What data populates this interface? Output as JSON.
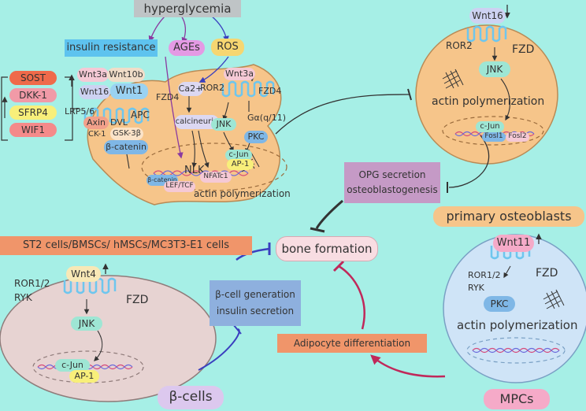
{
  "colors": {
    "background": "#a6efe6",
    "osteoblast_cell": "#f6c58a",
    "mpc_cell": "#cfe4f7",
    "beta_cell": "#e7d3d2",
    "sost": "#ef6a4a",
    "dkk1": "#f19aa7",
    "sfrp4": "#f8ef7a",
    "wif1": "#f58a8a",
    "ages": "#e49ae4",
    "ros": "#f6d671",
    "receptor": "#6ec6ee",
    "pkc": "#7fb7e6",
    "jnk": "#9ee6d4",
    "arrow_red": "#c0285a",
    "arrow_blue": "#3a3fbf"
  },
  "top": {
    "hyperglycemia": "hyperglycemia",
    "insulin_resistance": "insulin resistance",
    "ages": "AGEs",
    "ros": "ROS"
  },
  "inhibitors": {
    "sost": "SOST",
    "dkk1": "DKK-1",
    "sfrp4": "SFRP4",
    "wif1": "WIF1"
  },
  "osteoblast_cell": {
    "wnt3a": "Wnt3a",
    "wnt10b": "Wnt10b",
    "wnt16": "Wnt16",
    "wnt1": "Wnt1",
    "lrp56": "LRP5/6",
    "fzd4": "FZD4",
    "axin": "Axin",
    "dvl": "DVL",
    "apc": "APC",
    "ck1": "CK-1",
    "gsk3b": "GSK-3β",
    "beta_catenin": "β-catenin",
    "beta_catenin_nuc": "β-catenin",
    "lef_tcf": "LEF/TCF",
    "ca2": "Ca2+",
    "calcineurin": "calcineurin",
    "nlk": "NLK",
    "nfatc1": "NFATc1",
    "ror2": "ROR2",
    "wnt3a_b": "Wnt3a",
    "fzd4_b": "FZD4",
    "galpha": "Gα(q/11)",
    "jnk": "JNK",
    "pkc": "PKC",
    "cjun": "c-Jun",
    "ap1": "AP-1",
    "actin": "actin polymerization"
  },
  "primary_osteoblast_cell": {
    "wnt16": "Wnt16",
    "ror2": "ROR2",
    "fzd": "FZD",
    "jnk": "JNK",
    "actin": "actin polymerization",
    "cjun": "c-Jun",
    "fosl1": "Fosl1",
    "fosl2": "Fosl2"
  },
  "labels": {
    "opg_secretion": "OPG secretion",
    "osteoblastogenesis": "osteoblastogenesis",
    "primary_osteoblasts": "primary osteoblasts",
    "cell_lines": "ST2 cells/BMSCs/ hMSCs/MC3T3-E1 cells",
    "bone_formation": "bone formation",
    "beta_cell_generation": "β-cell generation",
    "insulin_secretion": "insulin secretion",
    "adipocyte_differentiation": "Adipocyte differentiation",
    "beta_cells": "β-cells",
    "mpcs": "MPCs"
  },
  "beta_cell": {
    "ror12": "ROR1/2",
    "ryk": "RYK",
    "wnt4": "Wnt4",
    "fzd": "FZD",
    "jnk": "JNK",
    "cjun": "c-Jun",
    "ap1": "AP-1"
  },
  "mpc_cell": {
    "wnt11": "Wnt11",
    "ror12": "ROR1/2",
    "ryk": "RYK",
    "fzd": "FZD",
    "pkc": "PKC",
    "actin": "actin polymerization"
  }
}
